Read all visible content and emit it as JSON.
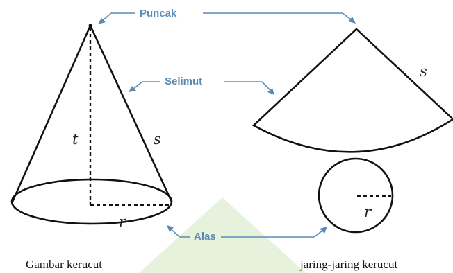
{
  "labels": {
    "puncak": "Puncak",
    "selimut": "Selimut",
    "alas": "Alas"
  },
  "cone": {
    "height": "t",
    "slant": "s",
    "radius": "r"
  },
  "net": {
    "slant": "s",
    "radius": "r"
  },
  "captions": {
    "left": "Gambar kerucut",
    "right": "jaring-jaring kerucut"
  },
  "colors": {
    "label_blue": "#5b8bb5",
    "outline": "#111111",
    "watermark_green": "#e3f1d8"
  }
}
